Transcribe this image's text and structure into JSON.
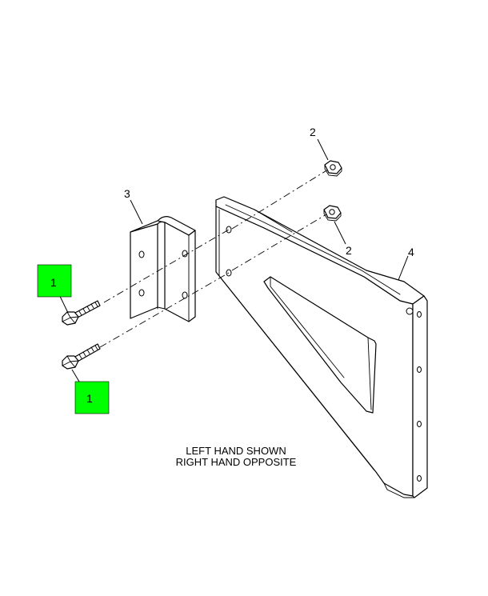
{
  "callouts": {
    "nut_upper": "2",
    "nut_lower": "2",
    "angle_bracket": "3",
    "mount_plate": "4",
    "bolt_upper": "1",
    "bolt_lower": "1"
  },
  "highlight_color": "#00ff00",
  "note": {
    "line1": "LEFT HAND SHOWN",
    "line2": "RIGHT HAND OPPOSITE"
  }
}
